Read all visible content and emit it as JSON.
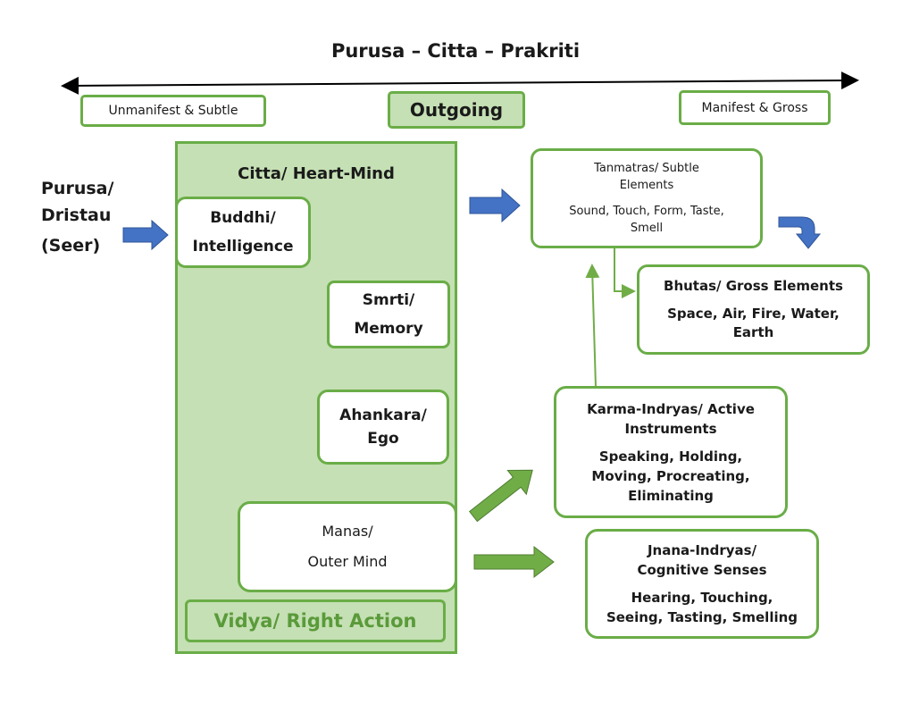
{
  "title": "Purusa – Citta – Prakriti",
  "top_labels": {
    "left": "Unmanifest & Subtle",
    "center": "Outgoing",
    "right": "Manifest & Gross"
  },
  "purusa": {
    "line1": "Purusa/",
    "line2": "Dristau",
    "line3": "(Seer)"
  },
  "citta": {
    "title": "Citta/ Heart-Mind",
    "buddhi": {
      "line1": "Buddhi/",
      "line2": "Intelligence"
    },
    "smrti": {
      "line1": "Smrti/",
      "line2": "Memory"
    },
    "ahankara": {
      "line1": "Ahankara/",
      "line2": "Ego"
    },
    "manas": {
      "line1": "Manas/",
      "line2": "Outer Mind"
    },
    "vidya": "Vidya/ Right Action"
  },
  "tanmatras": {
    "title1": "Tanmatras/ Subtle",
    "title2": "Elements",
    "body1": "Sound, Touch, Form, Taste,",
    "body2": "Smell"
  },
  "bhutas": {
    "title": "Bhutas/ Gross Elements",
    "body1": "Space, Air, Fire, Water,",
    "body2": "Earth"
  },
  "karma": {
    "title1": "Karma-Indryas/ Active",
    "title2": "Instruments",
    "body1": "Speaking, Holding,",
    "body2": "Moving, Procreating,",
    "body3": "Eliminating"
  },
  "jnana": {
    "title1": "Jnana-Indryas/",
    "title2": "Cognitive Senses",
    "body1": "Hearing, Touching,",
    "body2": "Seeing, Tasting, Smelling"
  },
  "colors": {
    "green_border": "#6aad47",
    "green_fill": "#c5e0b4",
    "blue_arrow": "#4472c4",
    "green_arrow": "#70ad47",
    "vidya_text": "#5a9a3a"
  }
}
